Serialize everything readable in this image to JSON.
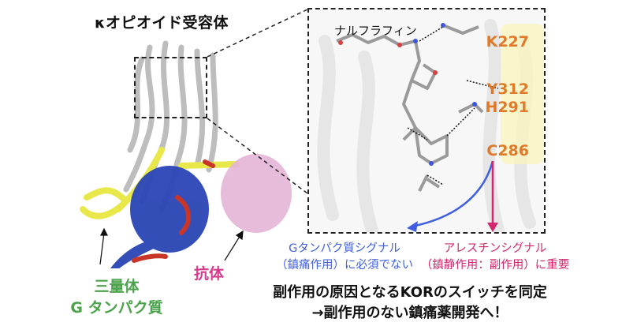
{
  "title": "κオピオイド受容体",
  "zoom_panel": {
    "ligand_label": "ナルフラフィン",
    "residues": [
      "K227",
      "Y312",
      "H291",
      "C286"
    ],
    "residue_color": "#e07a2a",
    "panel_bg": "#faf5be"
  },
  "complex_labels": {
    "g_protein": {
      "line1": "三量体",
      "line2": "G タンパク質",
      "color": "#4ca24b"
    },
    "antibody": {
      "label": "抗体",
      "color": "#d63b8c"
    }
  },
  "signals": {
    "g_protein": {
      "line1": "Gタンパク質シグナル",
      "line2": "（鎮痛作用）に必須でない",
      "color": "#3f5fe0"
    },
    "arrestin": {
      "line1": "アレスチンシグナル",
      "line2": "（鎮静作用：副作用）に重要",
      "color": "#d3266f"
    }
  },
  "conclusion": {
    "line1": "副作用の原因となるKORのスイッチを同定",
    "line2": "→副作用のない鎮痛薬開発へ！"
  },
  "structure_colors": {
    "receptor": "#bdbdbd",
    "g_alpha": "#e8e84a",
    "g_beta": "#2a45b5",
    "g_gamma": "#c8362a",
    "antibody": "#e4b4d6"
  }
}
